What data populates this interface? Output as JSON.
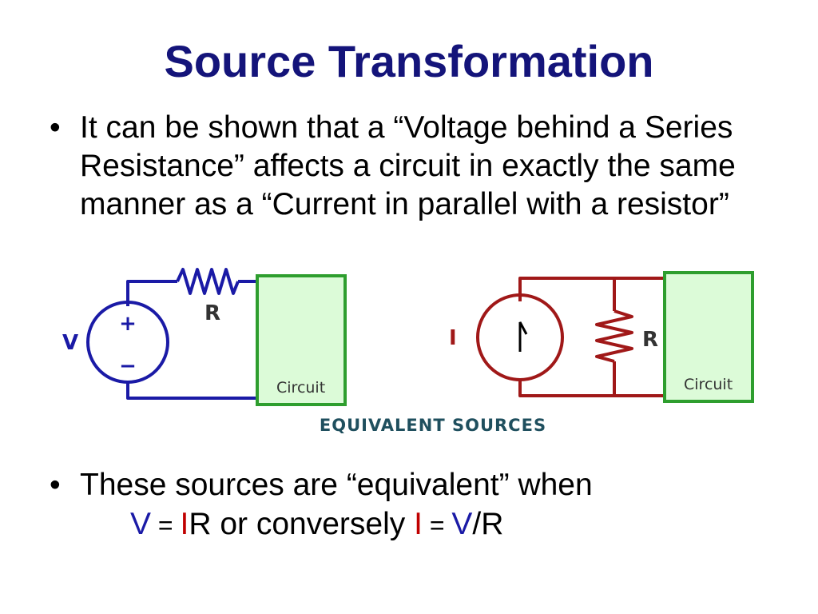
{
  "slide": {
    "title": "Source Transformation",
    "bullet1": "It can be shown that a “Voltage behind a Series Resistance” affects a circuit in exactly the same manner as a “Current in parallel with a resistor”",
    "bullet2": "These sources are “equivalent” when",
    "equation": {
      "v1": "V",
      "eq1": " = ",
      "i1": "I",
      "r1": "R or conversely ",
      "i2": "I",
      "eq2": " = ",
      "v2": "V",
      "r2": "/R"
    },
    "bullet_symbol": "•"
  },
  "diagram": {
    "caption": "EQUIVALENT SOURCES",
    "voltage_circuit": {
      "source_label": "V",
      "plus": "+",
      "minus": "−",
      "resistor_label": "R",
      "box_label": "Circuit",
      "wire_color": "#1a1aa6"
    },
    "current_circuit": {
      "source_label": "I",
      "resistor_label": "R",
      "box_label": "Circuit",
      "wire_color": "#a01818"
    },
    "box_fill": "#dcfbd8",
    "box_stroke": "#2e9e2e"
  }
}
